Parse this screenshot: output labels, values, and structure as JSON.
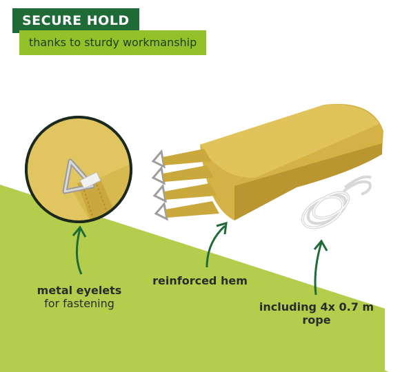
{
  "banner": {
    "title": "SECURE HOLD",
    "subtitle": "thanks to sturdy workmanship"
  },
  "colors": {
    "dark_green": "#1f6b37",
    "lime_green": "#93c12a",
    "background_green": "#b5cd4c",
    "sail_yellow": "#cfae43"
  },
  "callouts": [
    {
      "title": "metal eyelets",
      "subtitle": "for fastening"
    },
    {
      "title": "reinforced hem"
    },
    {
      "title": "including 4x 0.7 m",
      "title2": "rope"
    }
  ]
}
